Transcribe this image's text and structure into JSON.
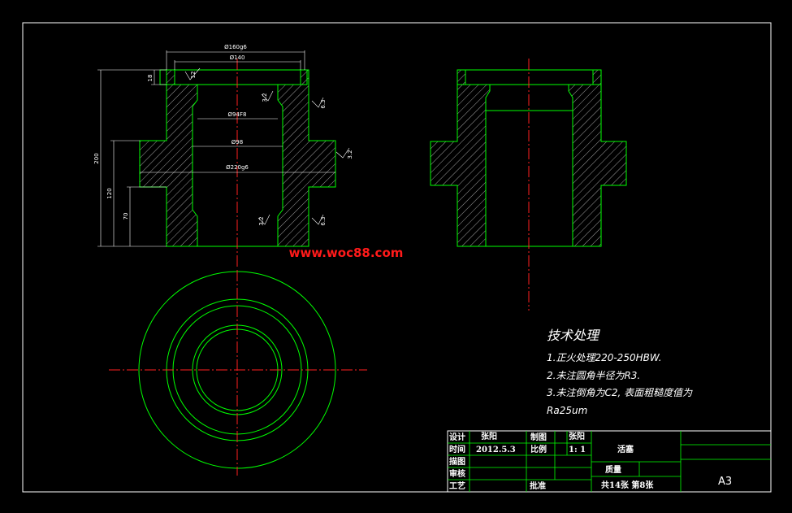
{
  "colors": {
    "background": "#000000",
    "border": "#ffffff",
    "outline": "#00ff00",
    "hatch": "#c8c8c8",
    "centerline": "#ff2020",
    "dimension": "#ffffff",
    "watermark": "#ff1a1a"
  },
  "watermark": "www.woc88.com",
  "dimensions": {
    "d160": "Ø160g6",
    "d140": "Ø140",
    "d94": "Ø94F8",
    "d98": "Ø98",
    "d220": "Ø220g6",
    "h18": "18",
    "h200": "200",
    "h120": "120",
    "h70": "70",
    "r12": "12",
    "r32": "3.2",
    "r63": "6.3"
  },
  "notes": {
    "title": "技术处理",
    "items": [
      "1.正火处理220-250HBW.",
      "2.未注圆角半径为R3.",
      "3.未注倒角为C2, 表面粗糙度值为",
      "Ra25um"
    ]
  },
  "title_block": {
    "design_label": "设计",
    "design_value": "张阳",
    "draw_label": "制图",
    "draw_value": "张阳",
    "time_label": "时间",
    "time_value": "2012.5.3",
    "scale_label": "比例",
    "scale_value": "1: 1",
    "trace_label": "描图",
    "check_label": "审核",
    "process_label": "工艺",
    "approve_label": "批准",
    "part_name": "活塞",
    "mass_label": "质量",
    "sheets": "共14张  第8张",
    "paper_size": "A3"
  }
}
